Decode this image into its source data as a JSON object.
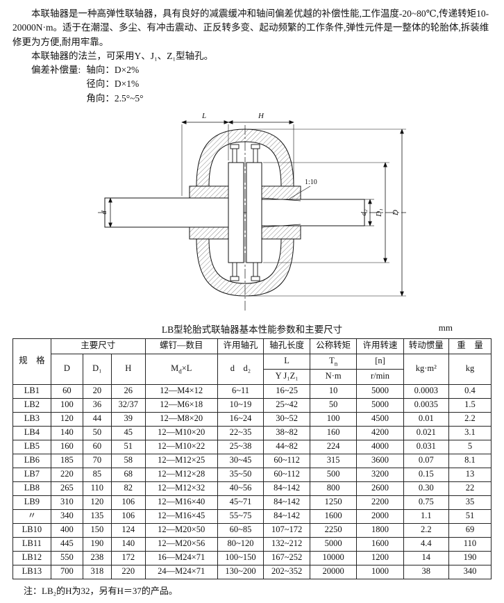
{
  "intro": {
    "p1": "本联轴器是一种高弹性联轴器，具有良好的减震缓冲和轴间偏差优越的补偿性能,工作温度-20~80℃,传递转矩10-20000N·m。适于在潮湿、多尘、有冲击震动、正反转多变、起动频繁的工作条件,弹性元件是一整体的轮胎体,拆装维修更为方便,耐用牢靠。",
    "p2": "本联轴器的法兰，可采用Y、J₁、Z₁型轴孔。"
  },
  "compensation": {
    "label": "偏差补偿量:",
    "axial": "轴向：D×2%",
    "radial": "径向：D×1%",
    "angular": "角向：2.5°~5°"
  },
  "drawing": {
    "labels": {
      "l": "L",
      "h": "H",
      "d": "d",
      "d2": "d₂",
      "taper": "1:10",
      "flange_dia": "D₁",
      "outer_dia": "D"
    }
  },
  "table": {
    "title": "LB型轮胎式联轴器基本性能参数和主要尺寸",
    "unit": "mm",
    "header": {
      "spec": "规　格",
      "main_dims": "主要尺寸",
      "col_d": "D",
      "col_d1": "D₁",
      "col_h": "H",
      "bolt_count": "螺钉—数目",
      "bolt_m": "M",
      "bolt_d_sub": "d",
      "bolt_xl": "×L",
      "bore": "许用轴孔",
      "bore_sub": "d　d₂",
      "bore_length": "轴孔长度",
      "bore_length_l": "L",
      "bore_length_types": "Y J₁Z₁",
      "torque": "公称转矩",
      "torque_t": "T",
      "torque_n_sub": "n",
      "torque_unit": "N·m",
      "speed": "许用转速",
      "speed_sym": "[n]",
      "speed_unit": "r/min",
      "inertia": "转动惯量",
      "inertia_unit": "kg·m²",
      "weight": "重　量",
      "weight_unit": "kg"
    },
    "rows": [
      [
        "LB1",
        "60",
        "20",
        "26",
        "12—M4×12",
        "6~11",
        "16~25",
        "10",
        "5000",
        "0.0003",
        "0.4"
      ],
      [
        "LB2",
        "100",
        "36",
        "32/37",
        "12—M6×18",
        "10~19",
        "25~42",
        "50",
        "5000",
        "0.0035",
        "1.5"
      ],
      [
        "LB3",
        "120",
        "44",
        "39",
        "12—M8×20",
        "16~24",
        "30~52",
        "100",
        "4500",
        "0.01",
        "2.2"
      ],
      [
        "LB4",
        "140",
        "50",
        "45",
        "12—M10×20",
        "22~35",
        "38~82",
        "160",
        "4200",
        "0.021",
        "3.1"
      ],
      [
        "LB5",
        "160",
        "60",
        "51",
        "12—M10×22",
        "25~38",
        "44~82",
        "224",
        "4000",
        "0.031",
        "5"
      ],
      [
        "LB6",
        "185",
        "70",
        "58",
        "12—M12×25",
        "30~45",
        "60~112",
        "315",
        "3600",
        "0.07",
        "8.1"
      ],
      [
        "LB7",
        "220",
        "85",
        "68",
        "12—M12×28",
        "35~50",
        "60~112",
        "500",
        "3200",
        "0.15",
        "13"
      ],
      [
        "LB8",
        "265",
        "110",
        "82",
        "12—M12×32",
        "40~56",
        "84~142",
        "800",
        "2600",
        "0.30",
        "22"
      ],
      [
        "LB9",
        "310",
        "120",
        "106",
        "12—M16×40",
        "45~71",
        "84~142",
        "1250",
        "2200",
        "0.75",
        "35"
      ],
      [
        "〃",
        "340",
        "135",
        "106",
        "12—M16×45",
        "55~75",
        "84~142",
        "1600",
        "2000",
        "1.1",
        "51"
      ],
      [
        "LB10",
        "400",
        "150",
        "124",
        "12—M20×50",
        "60~85",
        "107~172",
        "2250",
        "1800",
        "2.2",
        "69"
      ],
      [
        "LB11",
        "445",
        "190",
        "140",
        "12—M20×56",
        "80~120",
        "132~212",
        "5000",
        "1600",
        "4.4",
        "110"
      ],
      [
        "LB12",
        "550",
        "238",
        "172",
        "16—M24×71",
        "100~150",
        "167~252",
        "10000",
        "1200",
        "14",
        "190"
      ],
      [
        "LB13",
        "700",
        "318",
        "220",
        "24—M24×71",
        "130~200",
        "202~352",
        "20000",
        "1000",
        "38",
        "340"
      ]
    ]
  },
  "footnote": "注：LB₂的H为32，另有H＝37的产品。"
}
